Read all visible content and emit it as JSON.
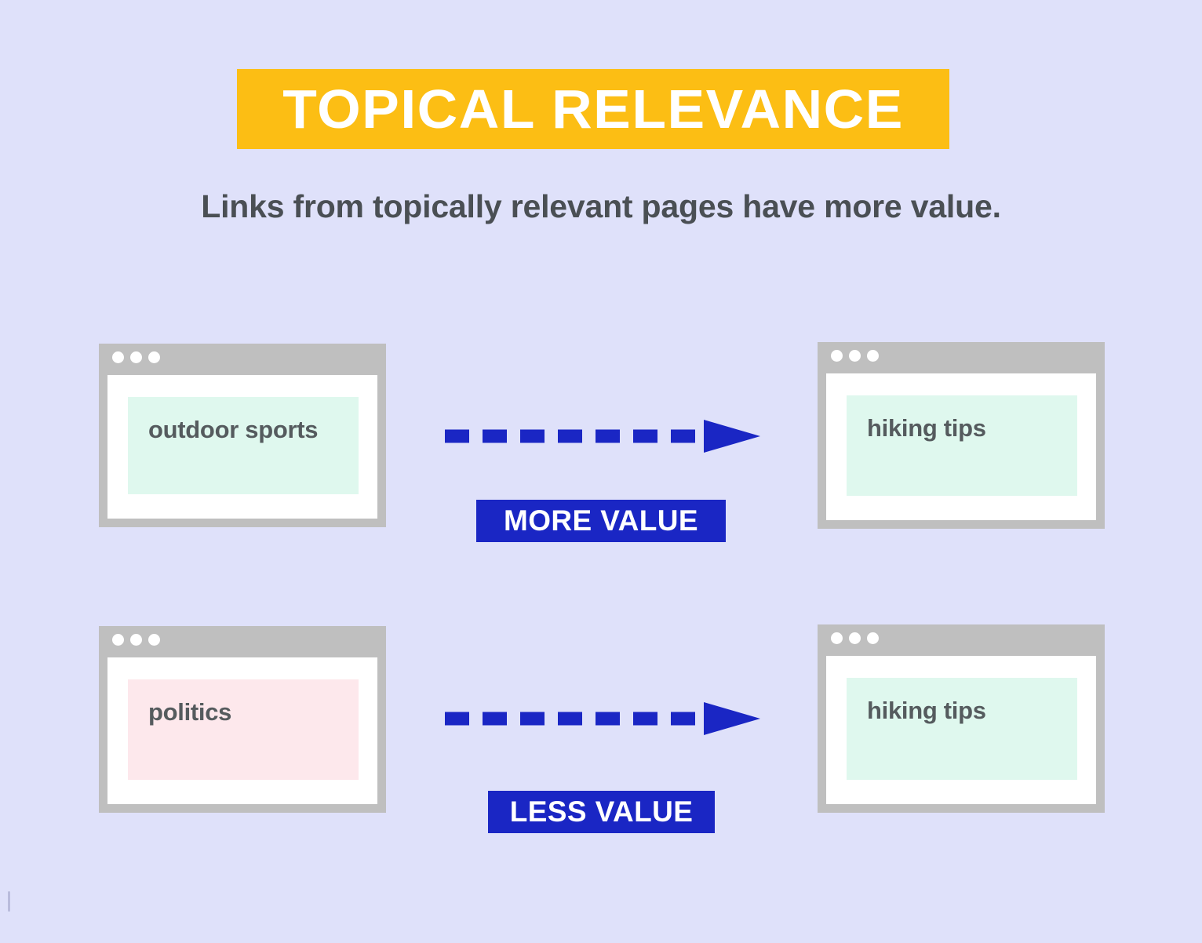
{
  "page": {
    "background_color": "#dfe1fa",
    "title": "TOPICAL RELEVANCE",
    "subtitle": "Links from topically relevant pages have more value."
  },
  "theme": {
    "banner_color": "#fcbe14",
    "banner_text_color": "#ffffff",
    "subtitle_color": "#4a4f54",
    "accent_blue": "#1a26c4",
    "window_frame_gray": "#bfbfbf",
    "window_page_white": "#ffffff",
    "relevant_box_color": "#dff8ee",
    "irrelevant_box_color": "#fde8ec",
    "label_text_color": "#555b5e"
  },
  "rows": [
    {
      "id": "more-value-row",
      "source": {
        "label": "outdoor sports",
        "box_style": "mint",
        "dots": 3
      },
      "target": {
        "label": "hiking tips",
        "box_style": "mint",
        "dots": 3
      },
      "arrow": {
        "style": "dashed",
        "direction": "right",
        "color": "#1a26c4"
      },
      "badge": {
        "label": "MORE VALUE",
        "color": "#1a26c4",
        "text_color": "#ffffff"
      }
    },
    {
      "id": "less-value-row",
      "source": {
        "label": "politics",
        "box_style": "pink",
        "dots": 3
      },
      "target": {
        "label": "hiking tips",
        "box_style": "mint",
        "dots": 3
      },
      "arrow": {
        "style": "dashed",
        "direction": "right",
        "color": "#1a26c4"
      },
      "badge": {
        "label": "LESS VALUE",
        "color": "#1a26c4",
        "text_color": "#ffffff"
      }
    }
  ]
}
